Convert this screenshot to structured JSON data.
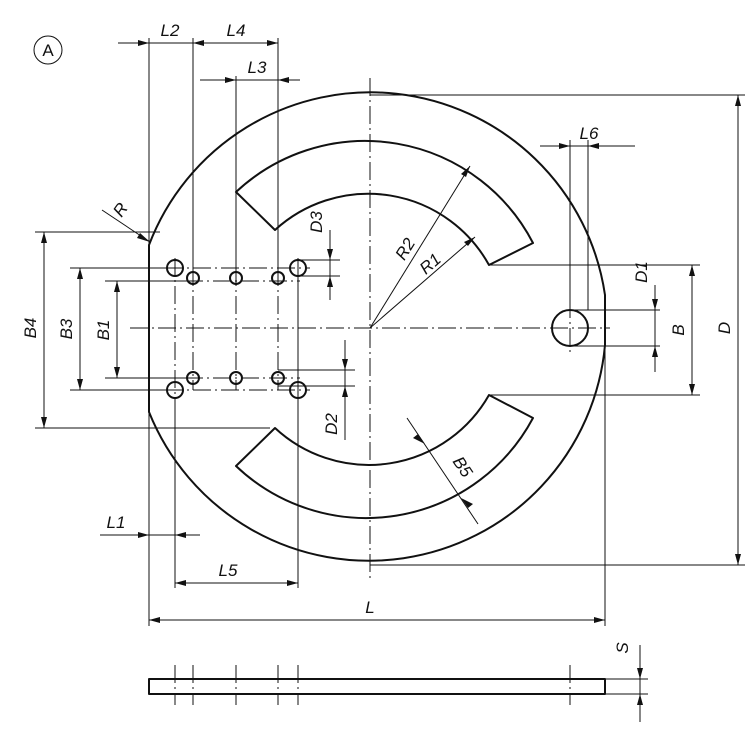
{
  "view_marker": "A",
  "labels": {
    "L2": "L2",
    "L4": "L4",
    "L3": "L3",
    "L6": "L6",
    "R": "R",
    "D3": "D3",
    "R2": "R2",
    "R1": "R1",
    "D1": "D1",
    "B": "B",
    "D": "D",
    "B4": "B4",
    "B3": "B3",
    "B1": "B1",
    "D2": "D2",
    "B5": "B5",
    "L1": "L1",
    "L5": "L5",
    "L": "L",
    "S": "S"
  }
}
